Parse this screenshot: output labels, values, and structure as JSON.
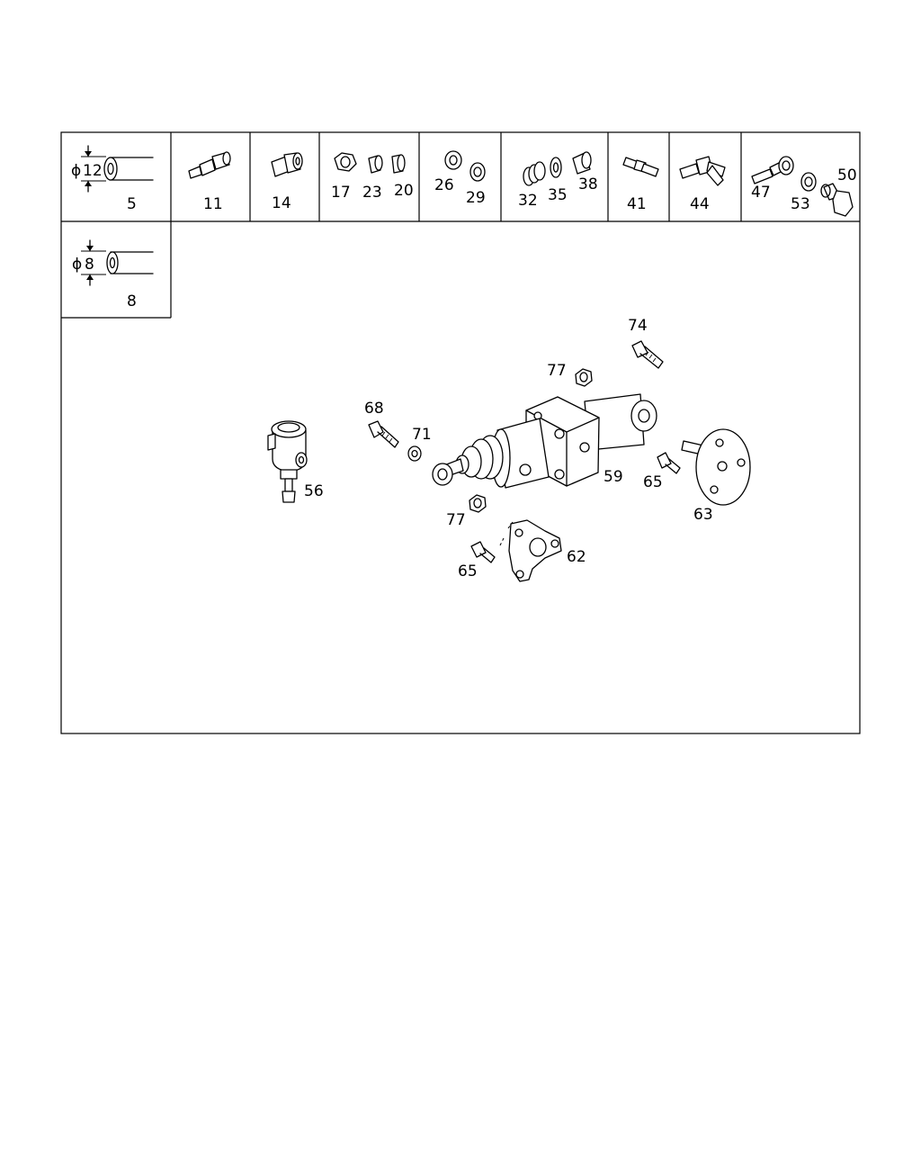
{
  "header_parts": {
    "p5": "5",
    "p11": "11",
    "p14": "14",
    "p17": "17",
    "p23": "23",
    "p20": "20",
    "p26": "26",
    "p29": "29",
    "p32": "32",
    "p35": "35",
    "p38": "38",
    "p41": "41",
    "p44": "44",
    "p47": "47",
    "p53": "53",
    "p50": "50",
    "p8": "8"
  },
  "dimensions": {
    "d12": "12",
    "d8": "8",
    "diameter_symbol": "ϕ"
  },
  "main_parts": {
    "p74": "74",
    "p77a": "77",
    "p68": "68",
    "p71": "71",
    "p56": "56",
    "p59": "59",
    "p65a": "65",
    "p63": "63",
    "p77b": "77",
    "p62": "62",
    "p65b": "65"
  }
}
